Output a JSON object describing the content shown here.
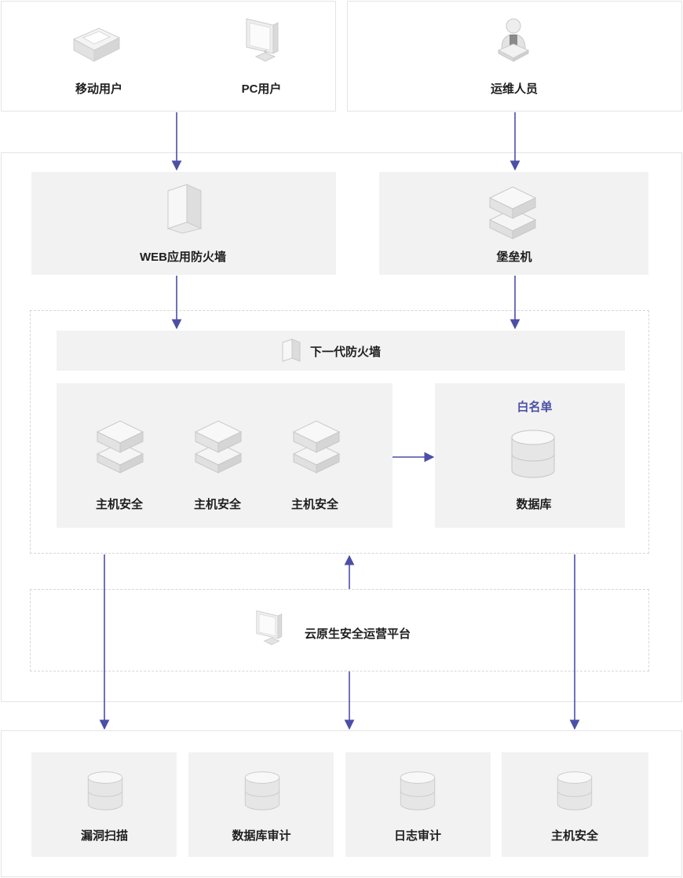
{
  "top": {
    "mobile_user": "移动用户",
    "pc_user": "PC用户",
    "ops_staff": "运维人员"
  },
  "edge": {
    "waf": "WEB应用防火墙",
    "bastion": "堡垒机"
  },
  "core": {
    "ngfw": "下一代防火墙",
    "host_security": [
      "主机安全",
      "主机安全",
      "主机安全"
    ],
    "whitelist": "白名单",
    "database": "数据库"
  },
  "platform": {
    "name": "云原生安全运营平台"
  },
  "bottom": {
    "items": [
      "漏洞扫描",
      "数据库审计",
      "日志审计",
      "主机安全"
    ]
  },
  "colors": {
    "arrow": "#4b4fa6",
    "panel": "#f2f2f2",
    "border": "#e4e4e4",
    "accent_text": "#4b4fa6"
  }
}
